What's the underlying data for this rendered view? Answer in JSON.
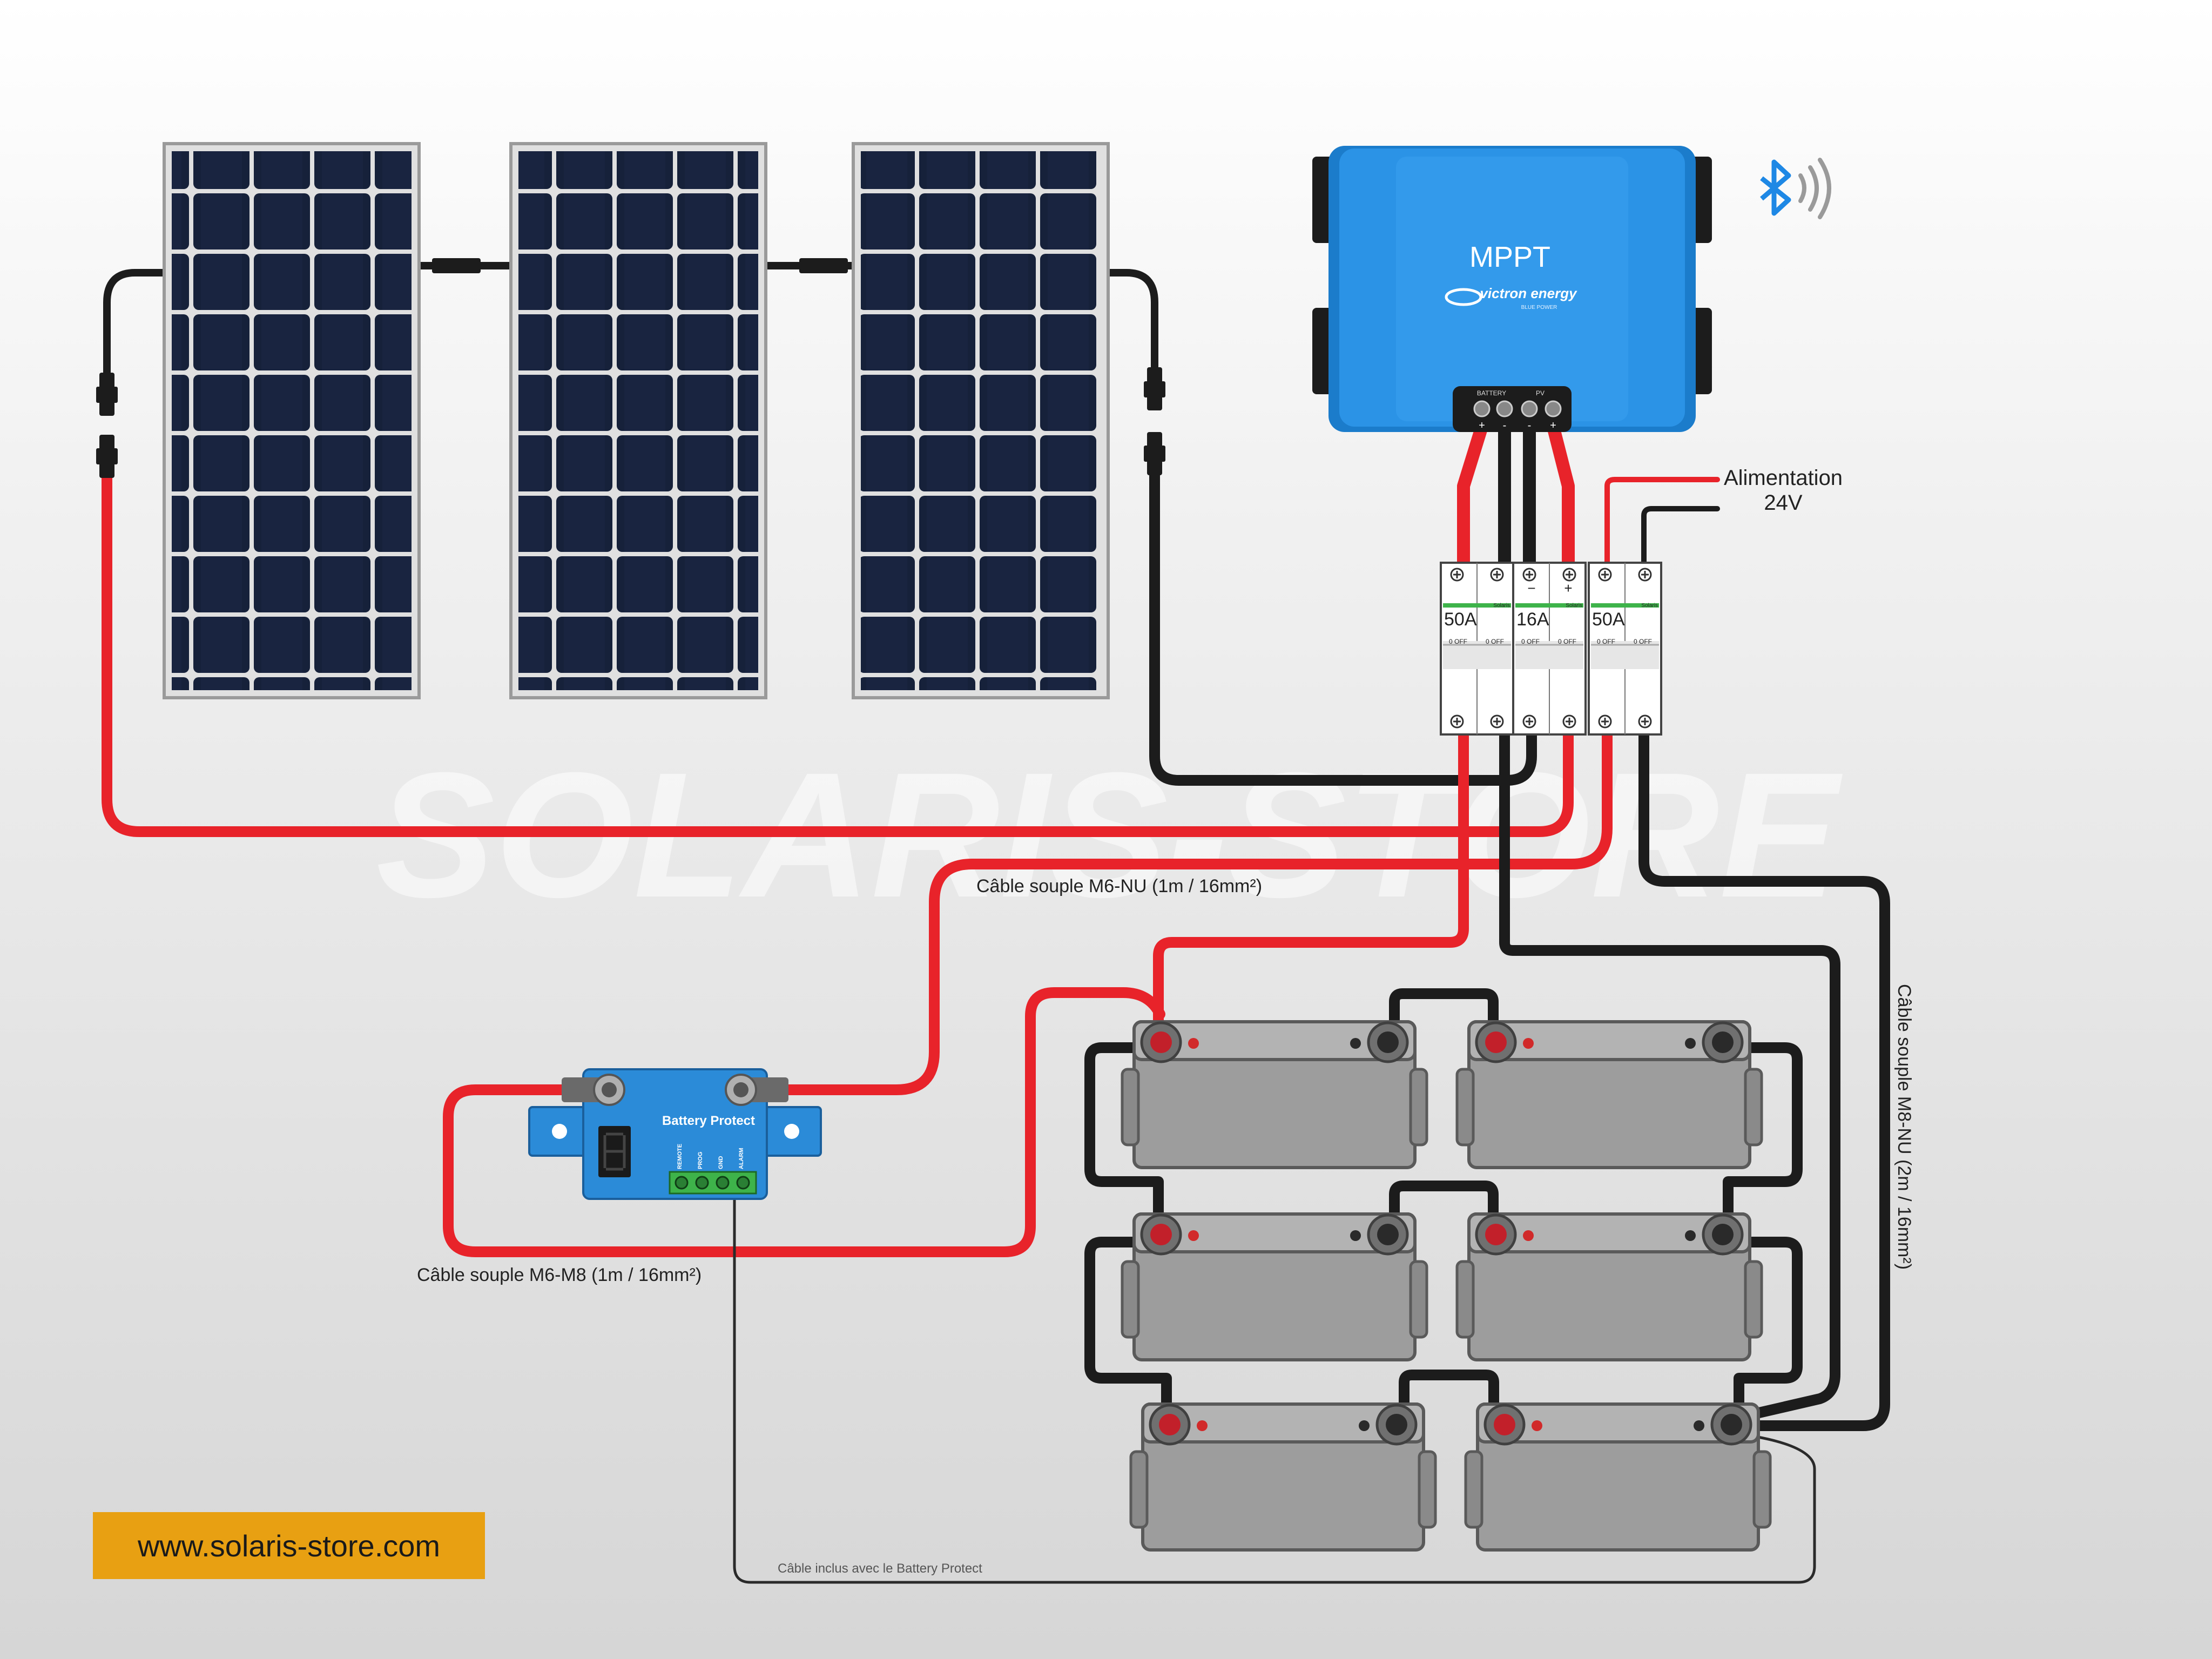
{
  "watermark": "SOLARIS-STORE",
  "website": "www.solaris-store.com",
  "controller": {
    "title": "MPPT",
    "brand": "victron energy",
    "brand_sub": "BLUE POWER",
    "battery_label": "BATTERY",
    "pv_label": "PV",
    "terminal_signs": [
      "+",
      "-",
      "-",
      "+"
    ]
  },
  "breakers": [
    {
      "rating": "50A",
      "brand": "Solaris",
      "off": "0 OFF"
    },
    {
      "rating": "16A",
      "brand": "Solaris",
      "off": "0 OFF"
    },
    {
      "rating": "50A",
      "brand": "Solaris",
      "off": "0 OFF"
    }
  ],
  "breaker_signs": [
    "−",
    "+"
  ],
  "power_supply": {
    "line1": "Alimentation",
    "line2": "24V"
  },
  "battery_protect": {
    "title": "Battery Protect",
    "pins": [
      "REMOTE",
      "PROG",
      "GND",
      "ALARM"
    ]
  },
  "battery_signs": {
    "positive": "+",
    "negative": "−"
  },
  "cables": {
    "m6_nu": "Câble souple M6-NU (1m / 16mm²)",
    "m6_m8": "Câble souple M6-M8 (1m / 16mm²)",
    "m8_nu": "Câble souple M8-NU (2m / 16mm²)",
    "bp_cable": "Câble inclus avec le Battery Protect"
  },
  "colors": {
    "positive_wire": "#e8232a",
    "negative_wire": "#1c1c1c",
    "controller_blue": "#1d8ee0",
    "battery_protect_blue": "#2b8bd8",
    "accent_orange": "#e8a012",
    "panel_cell": "#16213a",
    "battery_gray": "#9a9a9a",
    "bluetooth": "#1e88e5"
  },
  "icons": {
    "bluetooth": "bluetooth-icon",
    "signal": "wireless-signal-icon"
  }
}
